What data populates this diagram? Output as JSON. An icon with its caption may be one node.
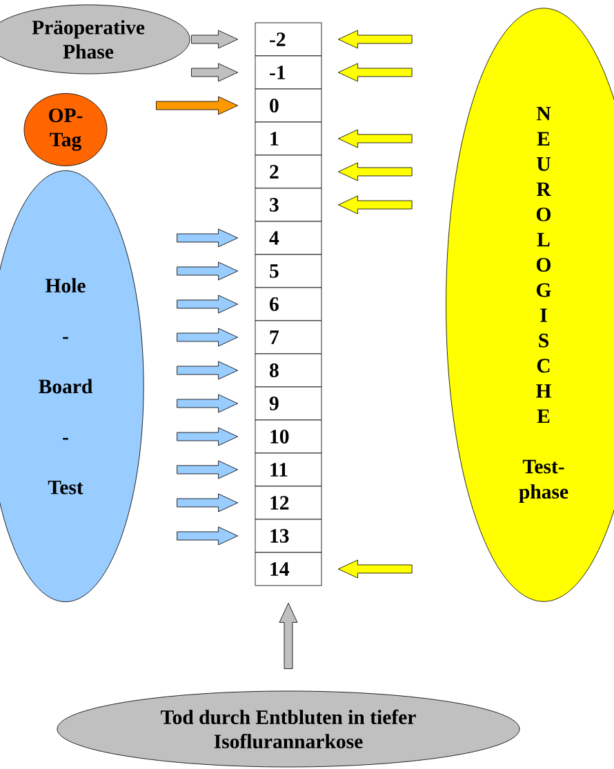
{
  "diagram": {
    "nodes": [
      {
        "text": [
          "Präoperative Phase"
        ]
      },
      {
        "text": [
          "OP-Tag"
        ]
      },
      {
        "text": [
          "Hole - Board - Test"
        ]
      },
      {
        "text": [
          "NEUROLOGISCHE",
          "Test-phase"
        ]
      },
      {
        "text": [
          "-2"
        ]
      },
      {
        "text": [
          "-1"
        ]
      },
      {
        "text": [
          "0"
        ]
      },
      {
        "text": [
          "1"
        ]
      },
      {
        "text": [
          "2"
        ]
      },
      {
        "text": [
          "3"
        ]
      },
      {
        "text": [
          "4"
        ]
      },
      {
        "text": [
          "5"
        ]
      },
      {
        "text": [
          "6"
        ]
      },
      {
        "text": [
          "7"
        ]
      },
      {
        "text": [
          "8"
        ]
      },
      {
        "text": [
          "9"
        ]
      },
      {
        "text": [
          "10"
        ]
      },
      {
        "text": [
          "11"
        ]
      },
      {
        "text": [
          "12"
        ]
      },
      {
        "text": [
          "13"
        ]
      },
      {
        "text": [
          "14"
        ]
      },
      {
        "text": [
          "Tod durch Entbluten in tiefer Isoflurannarkose"
        ]
      }
    ],
    "edges": [
      {
        "from": 0,
        "to": 4,
        "arrow": "to",
        "color": "#c0c0c0"
      },
      {
        "from": 0,
        "to": 5,
        "arrow": "to",
        "color": "#c0c0c0"
      },
      {
        "from": 1,
        "to": 6,
        "arrow": "to",
        "color": "#ff9900"
      },
      {
        "from": 2,
        "to": 10,
        "arrow": "to"
      },
      {
        "from": 2,
        "to": 11,
        "arrow": "to"
      },
      {
        "from": 2,
        "to": 12,
        "arrow": "to"
      },
      {
        "from": 2,
        "to": 13,
        "arrow": "to"
      },
      {
        "from": 2,
        "to": 14,
        "arrow": "to"
      },
      {
        "from": 2,
        "to": 15,
        "arrow": "to"
      },
      {
        "from": 2,
        "to": 16,
        "arrow": "to"
      },
      {
        "from": 2,
        "to": 17,
        "arrow": "to"
      },
      {
        "from": 2,
        "to": 18,
        "arrow": "to"
      },
      {
        "from": 2,
        "to": 19,
        "arrow": "to"
      },
      {
        "from": 3,
        "to": 4,
        "arrow": "to",
        "color": "#ffff00"
      },
      {
        "from": 3,
        "to": 5,
        "arrow": "to",
        "color": "#ffff00"
      },
      {
        "from": 3,
        "to": 7,
        "arrow": "to",
        "color": "#ffff00"
      },
      {
        "from": 3,
        "to": 8,
        "arrow": "to",
        "color": "#ffff00"
      },
      {
        "from": 3,
        "to": 9,
        "arrow": "to",
        "color": "#ffff00"
      },
      {
        "from": 3,
        "to": 20,
        "arrow": "to",
        "color": "#ffff00"
      },
      {
        "from": 21,
        "to": 20,
        "arrow": "to",
        "color": "#c0c0c0"
      }
    ]
  }
}
